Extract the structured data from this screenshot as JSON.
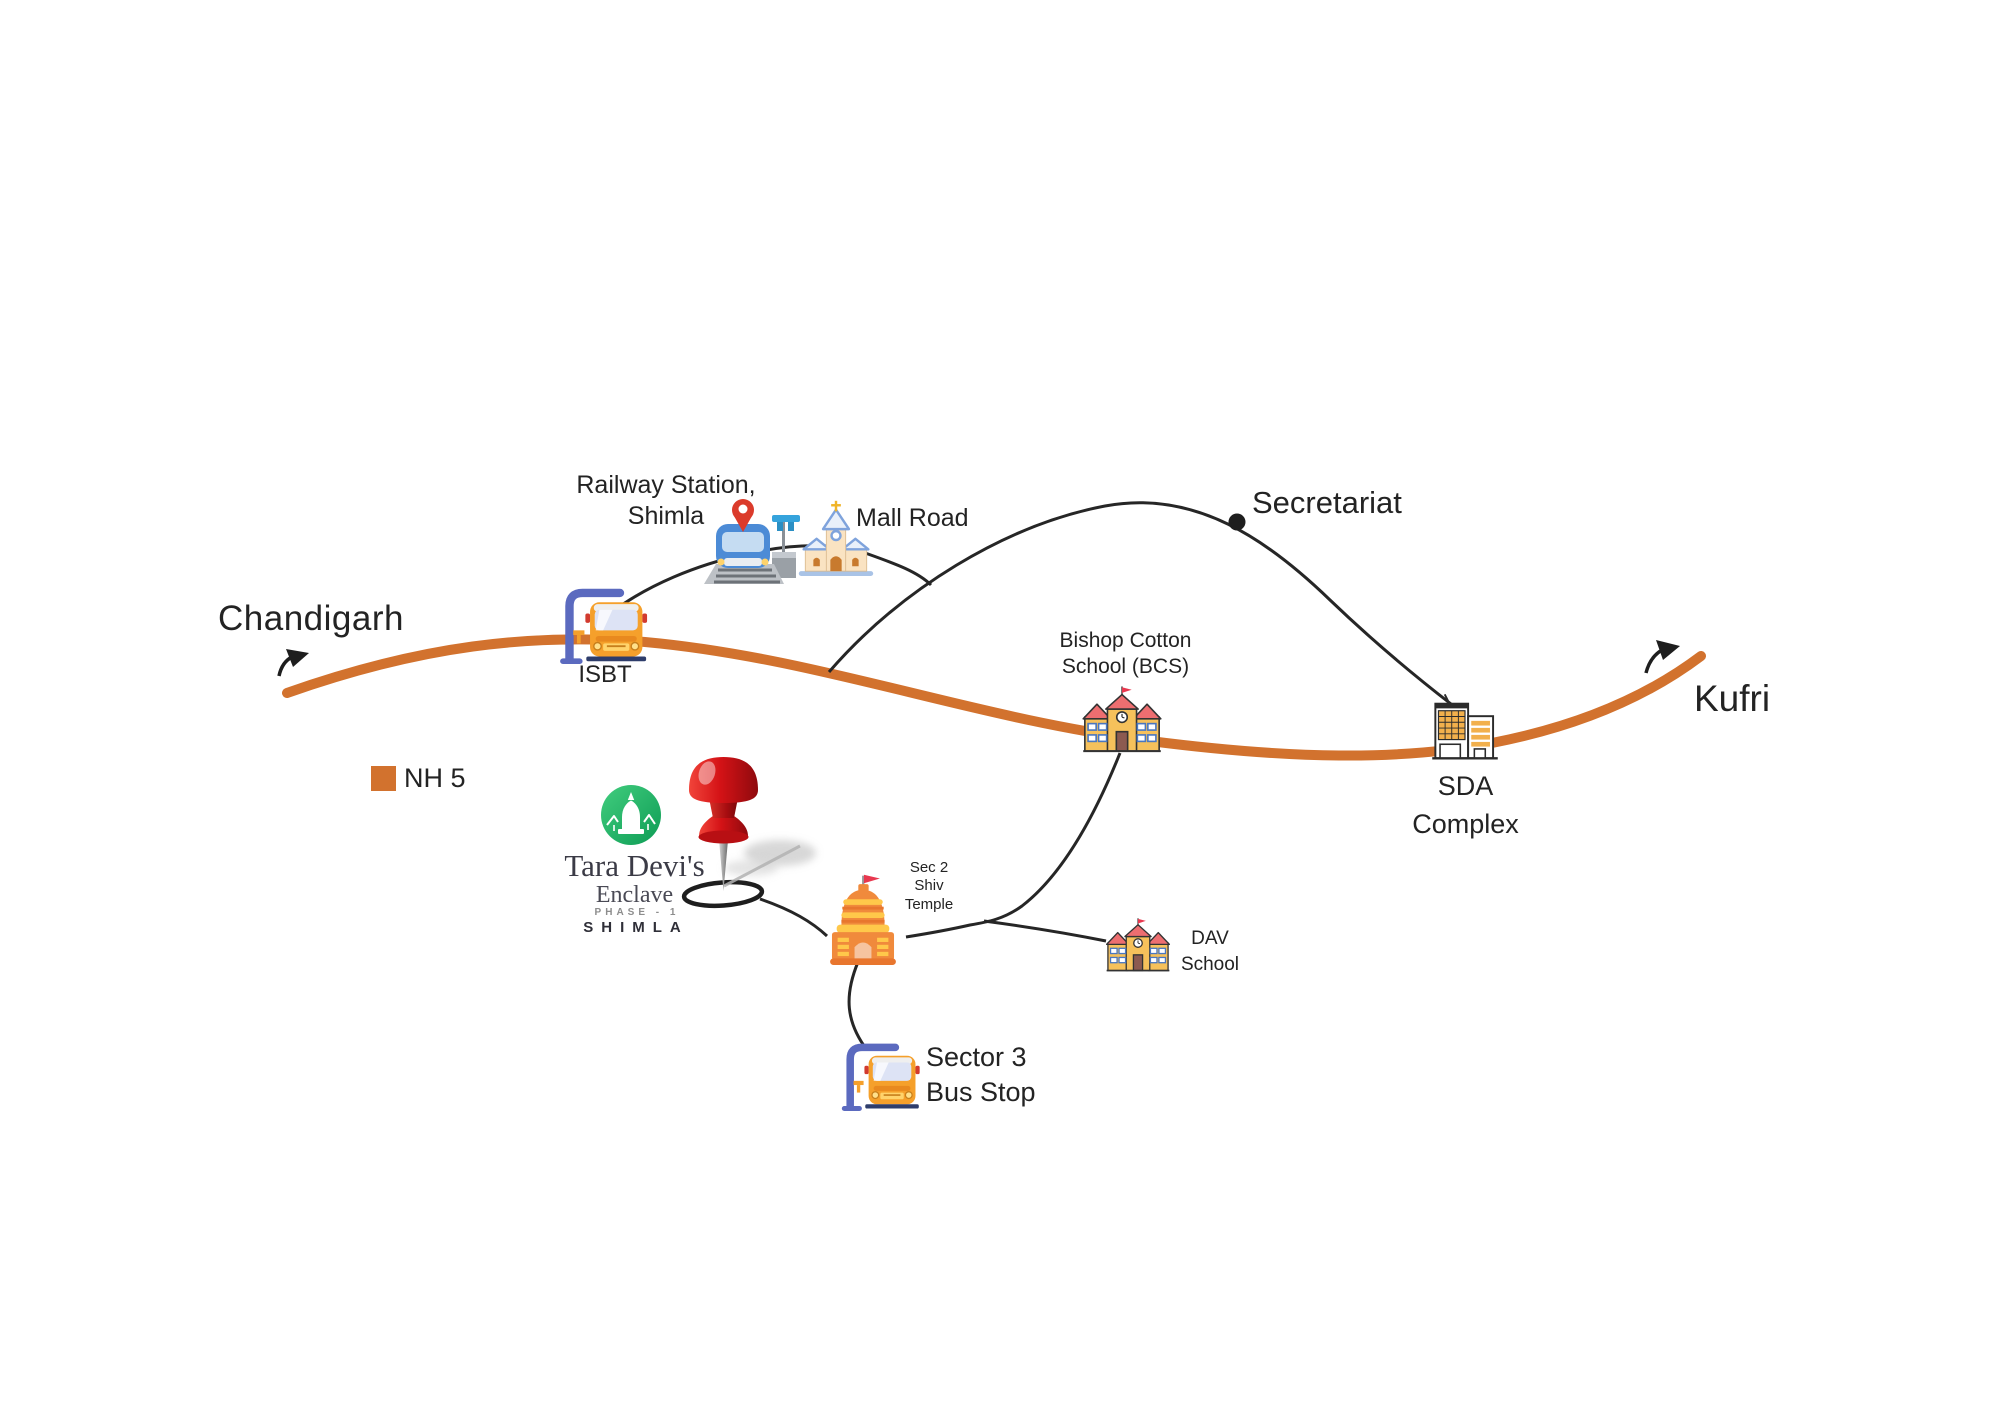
{
  "title": "Tara Devi's Enclave location map, Shimla",
  "colors": {
    "nh5_orange": "#D2722E",
    "route_line_black": "#262626",
    "logo_green_light": "#41CD7E",
    "logo_green_dark": "#0E9C55",
    "pin_red": "#D41216"
  },
  "legend": {
    "nh5": "NH 5"
  },
  "endpoints": {
    "west": "Chandigarh",
    "east": "Kufri"
  },
  "labels": {
    "railway": "Railway Station,\nShimla",
    "mall_road": "Mall Road",
    "isbt": "ISBT",
    "secretariat": "Secretariat",
    "bcs": "Bishop Cotton\nSchool (BCS)",
    "sda": "SDA\nComplex",
    "shiv_temple": "Sec 2\nShiv\nTemple",
    "dav": "DAV\nSchool",
    "sector3": "Sector 3\nBus Stop"
  },
  "logo": {
    "name": "Tara Devi's",
    "line2": "Enclave",
    "phase": "PHASE - 1",
    "city": "SHIMLA"
  },
  "icons": {
    "railway": "train-station-icon",
    "mall_road": "church-icon",
    "isbt": "bus-stop-icon",
    "bcs": "school-icon",
    "dav": "school-icon",
    "sda": "buildings-icon",
    "shiv_temple": "temple-icon",
    "sector3": "bus-stop-icon",
    "project": "red-pushpin-icon",
    "logo": "green-circle-temple-logo"
  }
}
